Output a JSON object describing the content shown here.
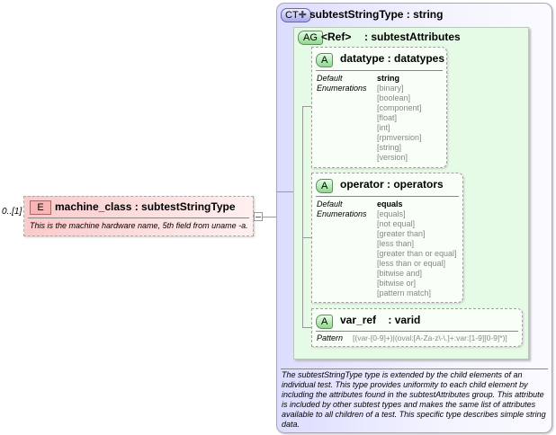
{
  "element": {
    "cardinality": "0..[1]",
    "badge": "E",
    "title": "machine_class : subtestStringType",
    "description": "This is the machine hardware name, 5th field from uname -a."
  },
  "complex_type": {
    "badge": "CT",
    "title": "subtestStringType : string",
    "description": "The subtestStringType type is extended by the child elements of an individual test.  This type provides uniformity to each child element by including the attributes found in the subtestAttributes group.  This attribute is included by other subtest types and makes the same list of attributes available to all children of a test.  This specific type describes simple string data."
  },
  "attribute_group": {
    "badge": "AG",
    "ref": "<Ref>",
    "title": ": subtestAttributes"
  },
  "attributes": [
    {
      "badge": "A",
      "title": "datatype : datatypes",
      "default_label": "Default",
      "enum_label": "Enumerations",
      "default": "string",
      "enumerations": [
        "[binary]",
        "[boolean]",
        "[component]",
        "[float]",
        "[int]",
        "[rpmversion]",
        "[string]",
        "[version]"
      ]
    },
    {
      "badge": "A",
      "title": "operator : operators",
      "default_label": "Default",
      "enum_label": "Enumerations",
      "default": "equals",
      "enumerations": [
        "[equals]",
        "[not equal]",
        "[greater than]",
        "[less than]",
        "[greater than or equal]",
        "[less than or equal]",
        "[bitwise and]",
        "[bitwise or]",
        "[pattern match]"
      ]
    },
    {
      "badge": "A",
      "title": "var_ref    : varid",
      "pattern_label": "Pattern",
      "pattern": "[(var-[0-9]+)|(oval:[A-Za-z\\-\\.]+:var:[1-9][0-9]*)]"
    }
  ],
  "colors": {
    "element_bg": "#fde0e0",
    "ct_bg": "#e8e8ff",
    "ag_bg": "#e6fbe6"
  }
}
